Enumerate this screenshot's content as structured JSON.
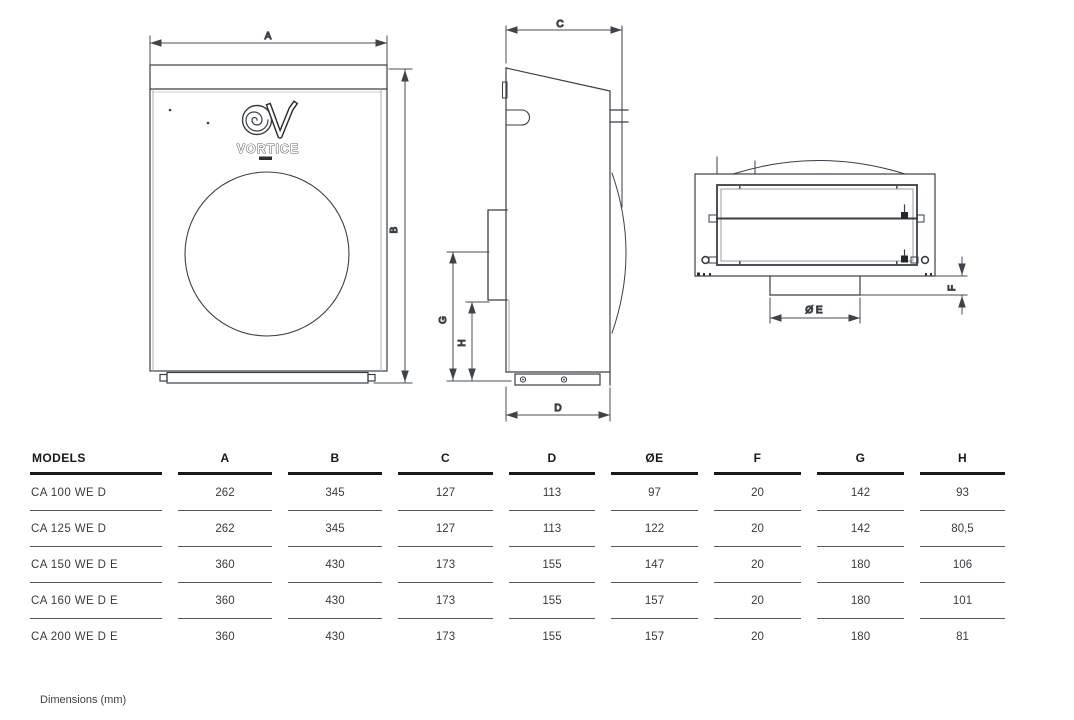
{
  "page": {
    "footnote": "Dimensions (mm)"
  },
  "drawings": {
    "front_view": {
      "dim_width": "A",
      "dim_height": "B",
      "logo_text": "VORTICE"
    },
    "side_view": {
      "dim_top_depth": "C",
      "dim_base_depth": "D",
      "dim_spigot_center_height": "G",
      "dim_spigot_bottom_height": "H"
    },
    "top_view": {
      "dim_spigot_diameter": "Ø E",
      "dim_spigot_protrusion": "F"
    }
  },
  "table": {
    "headers": [
      "MODELS",
      "A",
      "B",
      "C",
      "D",
      "ØE",
      "F",
      "G",
      "H"
    ],
    "rows": [
      {
        "model": "CA 100 WE D",
        "values": [
          "262",
          "345",
          "127",
          "113",
          "97",
          "20",
          "142",
          "93"
        ]
      },
      {
        "model": "CA 125 WE D",
        "values": [
          "262",
          "345",
          "127",
          "113",
          "122",
          "20",
          "142",
          "80,5"
        ]
      },
      {
        "model": "CA 150 WE D E",
        "values": [
          "360",
          "430",
          "173",
          "155",
          "147",
          "20",
          "180",
          "106"
        ]
      },
      {
        "model": "CA 160 WE D E",
        "values": [
          "360",
          "430",
          "173",
          "155",
          "157",
          "20",
          "180",
          "101"
        ]
      },
      {
        "model": "CA 200 WE D E",
        "values": [
          "360",
          "430",
          "173",
          "155",
          "157",
          "20",
          "180",
          "81"
        ]
      }
    ]
  },
  "colors": {
    "background": "#ffffff",
    "drawing_line": "#3a3f45",
    "dimension_line": "#4a4f55",
    "dimension_label": "#5a6b7c",
    "table_header_text": "#15181c",
    "table_cell_text": "#363b42",
    "header_rule": "#17191c",
    "row_rule": "#54585e"
  }
}
